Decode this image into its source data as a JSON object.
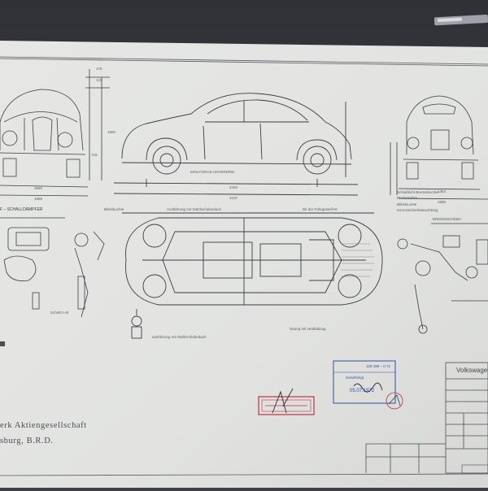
{
  "colors": {
    "background": "#3d3f44",
    "paper": "#e4e5e3",
    "ink": "#3b3d44",
    "stamp_blue": "#2e4fa6",
    "stamp_red": "#c03340"
  },
  "drawing": {
    "dims": {
      "front_height_1": "175",
      "front_height_2": "125",
      "front_height_3": "1500",
      "front_height_4": "715",
      "front_width_1": "2590",
      "front_width_2": "1585",
      "side_wheelbase": "2420",
      "side_length": "4110",
      "rear_width_1": "1363",
      "rear_width_2": "1585"
    },
    "labels": {
      "side_note_1": "ERSATZRAD UNTERDRIE",
      "exhaust": "F – SCHALLDÄMPFER",
      "blinker": "Blinkleuchte",
      "underbody_left": "Ausführung mit Stahlschiebedach",
      "underbody_right": "Dit der Fahrgestell-Nr",
      "rear_lamp_1": "Schlußlicht-Bremsleuchte",
      "rear_lamp_2": "Rückstrahler",
      "rear_lamp_3": "Blinkleuchte",
      "rear_lamp_4": "Kennzeichenbeleuchtung",
      "brake_scheme": "BREMSSCHEMA",
      "bottom_note": "ausführung mit Stahlschiebedach",
      "bottom_note_2": "lösung mit ventilabzug",
      "small_note": "Schnitt A-B"
    },
    "company_line_1": "erk Aktiengesellschaft",
    "company_line_2": "sburg, B.R.D.",
    "title_block_title": "Volkswagen",
    "stamp": {
      "number": "129 190 – II 71",
      "line_1": "Genehmigt",
      "line_2": "05.07.1972"
    }
  }
}
